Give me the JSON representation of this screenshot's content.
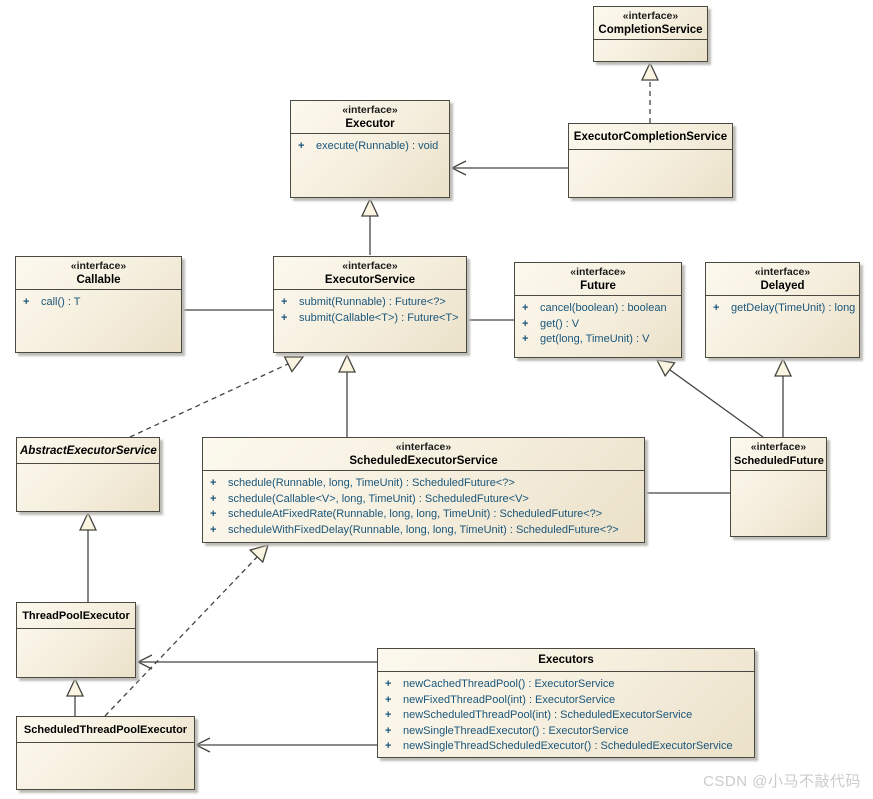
{
  "watermark": "CSDN @小马不敲代码",
  "ui": {
    "plus": "+"
  },
  "colors": {
    "box_fill_light": "#fcf9ee",
    "box_fill_dark": "#ebe1c9",
    "box_border": "#4a4a42",
    "method_text": "#1a567a",
    "title_text": "#000000",
    "shadow": "#bdbcb6",
    "watermark_text": "#cbcbcb",
    "background": "#ffffff"
  },
  "classes": {
    "completion_service": {
      "stereotype": "«interface»",
      "name": "CompletionService"
    },
    "executor_completion_service": {
      "name": "ExecutorCompletionService"
    },
    "executor": {
      "stereotype": "«interface»",
      "name": "Executor",
      "methods": [
        "execute(Runnable) : void"
      ]
    },
    "callable": {
      "stereotype": "«interface»",
      "name": "Callable",
      "methods": [
        "call() : T"
      ]
    },
    "executor_service": {
      "stereotype": "«interface»",
      "name": "ExecutorService",
      "methods": [
        "submit(Runnable) : Future<?>",
        "submit(Callable<T>) : Future<T>"
      ]
    },
    "future": {
      "stereotype": "«interface»",
      "name": "Future",
      "methods": [
        "cancel(boolean) : boolean",
        "get() : V",
        "get(long, TimeUnit) : V"
      ]
    },
    "delayed": {
      "stereotype": "«interface»",
      "name": "Delayed",
      "methods": [
        "getDelay(TimeUnit) : long"
      ]
    },
    "abstract_executor_service": {
      "name": "AbstractExecutorService"
    },
    "scheduled_executor_service": {
      "stereotype": "«interface»",
      "name": "ScheduledExecutorService",
      "methods": [
        "schedule(Runnable, long, TimeUnit) : ScheduledFuture<?>",
        "schedule(Callable<V>, long, TimeUnit) : ScheduledFuture<V>",
        "scheduleAtFixedRate(Runnable, long, long, TimeUnit) : ScheduledFuture<?>",
        "scheduleWithFixedDelay(Runnable, long, long, TimeUnit) : ScheduledFuture<?>"
      ]
    },
    "scheduled_future": {
      "stereotype": "«interface»",
      "name": "ScheduledFuture"
    },
    "thread_pool_executor": {
      "name": "ThreadPoolExecutor"
    },
    "scheduled_thread_pool_executor": {
      "name": "ScheduledThreadPoolExecutor"
    },
    "executors": {
      "name": "Executors",
      "methods": [
        "newCachedThreadPool() : ExecutorService",
        "newFixedThreadPool(int) : ExecutorService",
        "newScheduledThreadPool(int) : ScheduledExecutorService",
        "newSingleThreadExecutor() : ExecutorService",
        "newSingleThreadScheduledExecutor() : ScheduledExecutorService"
      ]
    }
  },
  "relations": [
    {
      "from": "ExecutorCompletionService",
      "to": "CompletionService",
      "type": "realization"
    },
    {
      "from": "ExecutorCompletionService",
      "to": "Executor",
      "type": "association"
    },
    {
      "from": "ExecutorService",
      "to": "Executor",
      "type": "generalization"
    },
    {
      "from": "Callable",
      "to": "ExecutorService",
      "type": "link"
    },
    {
      "from": "ExecutorService",
      "to": "Future",
      "type": "link"
    },
    {
      "from": "AbstractExecutorService",
      "to": "ExecutorService",
      "type": "realization"
    },
    {
      "from": "ScheduledExecutorService",
      "to": "ExecutorService",
      "type": "generalization"
    },
    {
      "from": "ScheduledFuture",
      "to": "Future",
      "type": "generalization"
    },
    {
      "from": "ScheduledFuture",
      "to": "Delayed",
      "type": "generalization"
    },
    {
      "from": "ScheduledExecutorService",
      "to": "ScheduledFuture",
      "type": "link"
    },
    {
      "from": "ThreadPoolExecutor",
      "to": "AbstractExecutorService",
      "type": "generalization"
    },
    {
      "from": "ScheduledThreadPoolExecutor",
      "to": "ScheduledExecutorService",
      "type": "realization"
    },
    {
      "from": "ScheduledThreadPoolExecutor",
      "to": "ThreadPoolExecutor",
      "type": "generalization"
    },
    {
      "from": "Executors",
      "to": "ThreadPoolExecutor",
      "type": "association"
    },
    {
      "from": "Executors",
      "to": "ScheduledThreadPoolExecutor",
      "type": "association"
    }
  ]
}
